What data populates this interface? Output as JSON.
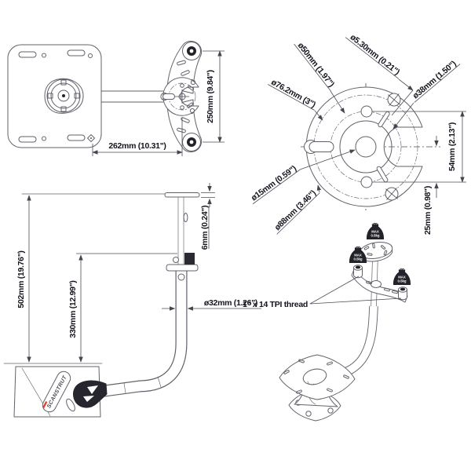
{
  "drawing": {
    "top_view": {
      "width": "262mm (10.31\")",
      "height": "250mm (9.84\")"
    },
    "plate_detail": {
      "bolt_circle_50": "ø50mm (1.97\")",
      "hole_5_30": "ø5.30mm (0.21\")",
      "circle_38": "ø38mm (1.50\")",
      "bolt_circle_76": "ø76.2mm (3\")",
      "height_54": "54mm (2.13\")",
      "center_hole_15": "ø15mm (0.59\")",
      "outer_88": "ø88mm (3.46\")",
      "offset_25": "25mm (0.98\")"
    },
    "side_view": {
      "overall_height": "502mm (19.76\")",
      "pole_height": "330mm (12.99\")",
      "cap_thickness": "6mm (0.24\")",
      "pole_diameter": "ø32mm (1.26\")",
      "brand": "SCANSTRUT"
    },
    "iso_view": {
      "thread": "1\" x 14 TPI thread",
      "max_load": {
        "line1": "MAX",
        "line2": "0.5kg"
      }
    }
  },
  "colors": {
    "line": "#61616b",
    "dim_line": "#4c4c56",
    "text": "#14141e",
    "dark_fill": "#22222a",
    "accent_red": "#d9472b",
    "background": "#ffffff"
  }
}
